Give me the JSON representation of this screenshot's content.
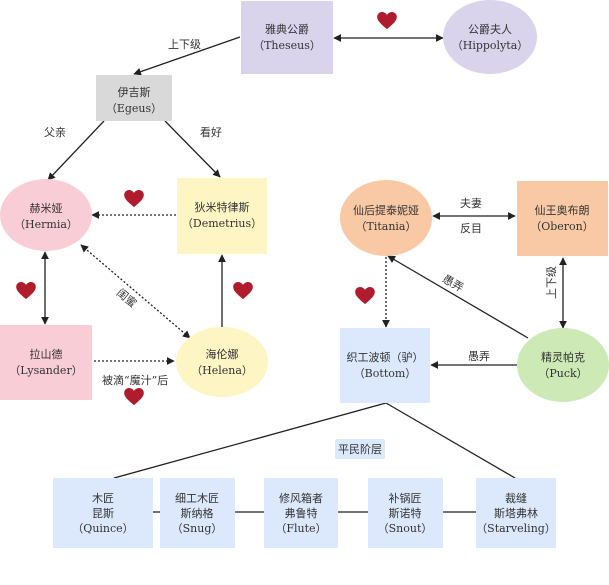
{
  "nodes": {
    "theseus": {
      "name": "雅典公爵",
      "en": "（Theseus）",
      "color": "#d9d3ec"
    },
    "hippolyta": {
      "name": "公爵夫人",
      "en": "（Hippolyta）",
      "color": "#d9d3ec"
    },
    "egeus": {
      "name": "伊吉斯",
      "en": "（Egeus）",
      "color": "#d9d9d9"
    },
    "hermia": {
      "name": "赫米娅",
      "en": "（Hermia）",
      "color": "#f9cdd6"
    },
    "demetrius": {
      "name": "狄米特律斯",
      "en": "（Demetrius）",
      "color": "#fdf5c4"
    },
    "lysander": {
      "name": "拉山德",
      "en": "（Lysander）",
      "color": "#f9cdd6"
    },
    "helena": {
      "name": "海伦娜",
      "en": "（Helena）",
      "color": "#fdf5c4"
    },
    "titania": {
      "name": "仙后提泰妮娅",
      "en": "（Titania）",
      "color": "#f9c9a6"
    },
    "oberon": {
      "name": "仙王奥布朗",
      "en": "（Oberon）",
      "color": "#f9c9a6"
    },
    "bottom": {
      "name": "织工波顿（驴）",
      "en": "（Bottom）",
      "color": "#dce8fb"
    },
    "puck": {
      "name": "精灵帕克",
      "en": "（Puck）",
      "color": "#cde9b6"
    },
    "quince": {
      "name1": "木匠",
      "name2": "昆斯",
      "en": "（Quince）",
      "color": "#dce8fb"
    },
    "snug": {
      "name1": "细工木匠",
      "name2": "斯纳格",
      "en": "（Snug）",
      "color": "#dce8fb"
    },
    "flute": {
      "name1": "修风箱者",
      "name2": "弗鲁特",
      "en": "（Flute）",
      "color": "#dce8fb"
    },
    "snout": {
      "name1": "补锅匠",
      "name2": "斯诺特",
      "en": "（Snout）",
      "color": "#dce8fb"
    },
    "starveling": {
      "name1": "裁缝",
      "name2": "斯塔弗林",
      "en": "（Starveling）",
      "color": "#dce8fb"
    }
  },
  "labels": {
    "superior": "上下级",
    "father": "父亲",
    "fancy": "看好",
    "bestie": "闺蜜",
    "after_juice": "被滴“魔汁”后",
    "spouse": "夫妻",
    "estranged": "反目",
    "fooled": "愚弄",
    "fooled2": "愚弄",
    "superior2": "上下级",
    "commoners": "平民阶层"
  },
  "colors": {
    "heart": "#b01c2e",
    "line": "#222222",
    "commoners_tag": "#dce8fb"
  }
}
